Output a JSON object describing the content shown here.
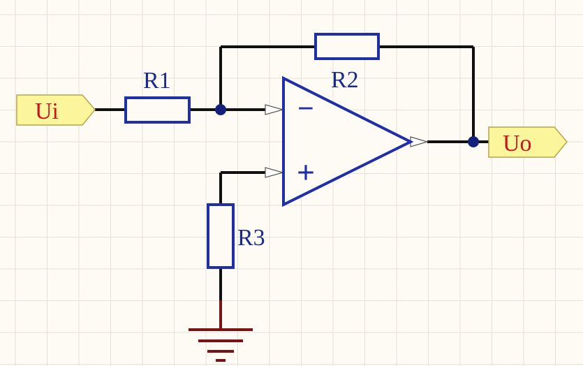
{
  "ports": {
    "input": {
      "label": "Ui"
    },
    "output": {
      "label": "Uo"
    }
  },
  "resistors": {
    "r1": {
      "label": "R1"
    },
    "r2": {
      "label": "R2"
    },
    "r3": {
      "label": "R3"
    }
  },
  "opamp": {
    "inverting_symbol": "−",
    "noninverting_symbol": "+"
  },
  "colors": {
    "background": "#fdfbf3",
    "grid": "#e6e1d7",
    "component": "#1f2fa8",
    "wire": "#101010",
    "junction": "#14207a",
    "port_fill": "#fbf59b",
    "port_stroke": "#b5a54a",
    "port_text": "#c8141e",
    "ground": "#7a1414"
  }
}
